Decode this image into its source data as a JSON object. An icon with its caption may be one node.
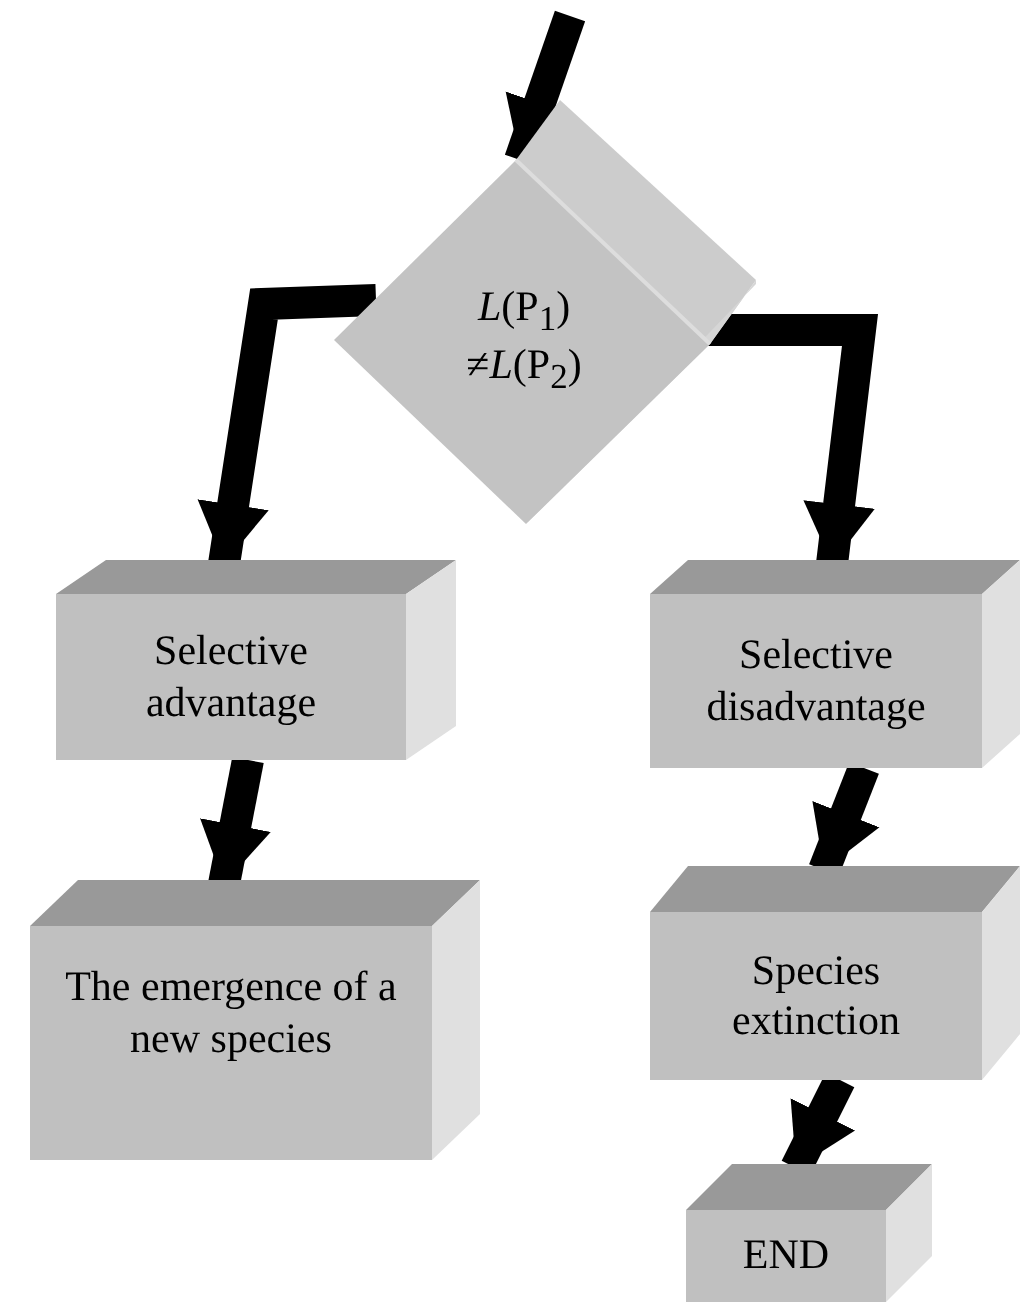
{
  "diagram": {
    "nodes": [
      {
        "text": [
          "*L*(P$_{1}$) ≠*L*(P$_{2}$)"
        ]
      },
      {
        "text": [
          "Selective advantage"
        ]
      },
      {
        "text": [
          "Selective disadvantage"
        ]
      },
      {
        "text": [
          "The emergence of a new species"
        ]
      },
      {
        "text": [
          "Species extinction"
        ]
      },
      {
        "text": [
          "END"
        ]
      }
    ],
    "edges": [
      {
        "from": null,
        "to": 0,
        "arrow": "to"
      },
      {
        "from": 0,
        "to": 1,
        "arrow": "to"
      },
      {
        "from": 0,
        "to": 2,
        "arrow": "to"
      },
      {
        "from": 1,
        "to": 3,
        "arrow": "to"
      },
      {
        "from": 2,
        "to": 4,
        "arrow": "to"
      },
      {
        "from": 4,
        "to": 5,
        "arrow": "to"
      }
    ]
  }
}
